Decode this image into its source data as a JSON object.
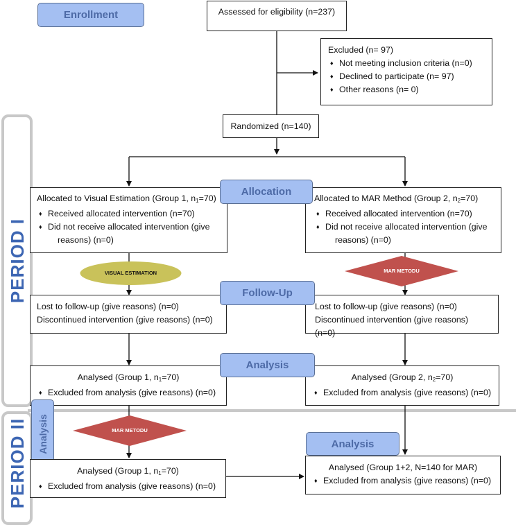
{
  "stages": {
    "enrollment": "Enrollment",
    "allocation": "Allocation",
    "follow_up": "Follow-Up",
    "analysis": "Analysis"
  },
  "periods": {
    "period_1": "PERIOD I",
    "period_2": "PERIOD II"
  },
  "assessed": "Assessed for eligibility (n=237)",
  "excluded": {
    "title": "Excluded  (n= 97)",
    "items": [
      "Not meeting inclusion criteria (n=0)",
      "Declined to participate (n= 97)",
      "Other reasons (n= 0)"
    ]
  },
  "randomized": "Randomized (n=140)",
  "allocated_left": {
    "title_pre": "Allocated to Visual Estimation (Group 1, n",
    "title_sub": "1",
    "title_post": "=70)",
    "item1": "Received allocated intervention (n=70)",
    "item2": "Did not receive allocated intervention (give",
    "item2_cont": "reasons) (n=0)"
  },
  "allocated_right": {
    "title_pre": "Allocated to MAR Method (Group 2, n",
    "title_sub": "2",
    "title_post": "=70)",
    "item1": "Received allocated intervention (n=70)",
    "item2": "Did not receive allocated intervention (give",
    "item2_cont": "reasons) (n=0)"
  },
  "visual_estimation": "VISUAL ESTIMATION",
  "mar_metodu": "MAR METODU",
  "followup_left": {
    "line1": "Lost to follow-up (give reasons) (n=0)",
    "line2": "Discontinued intervention (give reasons) (n=0)"
  },
  "followup_right": {
    "line1": "Lost to follow-up (give reasons) (n=0)",
    "line2": "Discontinued intervention (give reasons) (n=0)"
  },
  "analysed_left": {
    "title_pre": "Analysed  (Group 1, n",
    "title_sub": "1",
    "title_post": "=70)",
    "item": "Excluded from analysis (give reasons) (n=0)"
  },
  "analysed_right": {
    "title_pre": "Analysed  (Group 2, n",
    "title_sub": "2",
    "title_post": "=70)",
    "item": "Excluded from analysis (give reasons) (n=0)"
  },
  "analysed_p2_left": {
    "title_pre": "Analysed  (Group 1, n",
    "title_sub": "1",
    "title_post": "=70)",
    "item": "Excluded from analysis (give reasons) (n=0)"
  },
  "analysed_p2_right": {
    "title": "Analysed  (Group 1+2, N=140 for MAR)",
    "item": "Excluded from analysis (give reasons) (n=0)"
  },
  "colors": {
    "stage_fill": "#a4bff2",
    "stage_text": "#4d6aa6",
    "period_text": "#3d66b3",
    "period_border": "#c8c8c8",
    "ellipse_fill": "#c9c25a",
    "diamond_fill": "#c0514d"
  }
}
